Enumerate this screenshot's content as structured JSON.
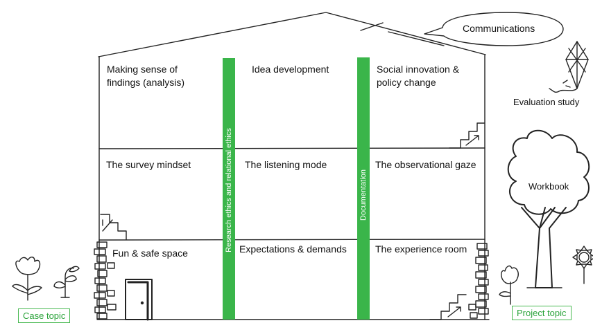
{
  "roof": {
    "bubble": "Communications"
  },
  "pillars": {
    "left": "Research ethics and relational ethics",
    "right": "Documentation"
  },
  "rooms": {
    "top_left": [
      "Making sense of",
      "findings (analysis)"
    ],
    "top_center": "Idea development",
    "top_right": [
      "Social innovation &",
      "policy change"
    ],
    "mid_left": "The survey mindset",
    "mid_center": "The listening mode",
    "mid_right": "The observational gaze",
    "bottom_left": "Fun & safe space",
    "bottom_center": "Expectations & demands",
    "bottom_right": "The experience room"
  },
  "outside": {
    "kite_label": "Evaluation study",
    "tree_label": "Workbook",
    "case_topic": "Case topic",
    "project_topic": "Project topic"
  },
  "colors": {
    "pillar": "#3ab54a",
    "line": "#222222",
    "tag": "#46b84f"
  }
}
